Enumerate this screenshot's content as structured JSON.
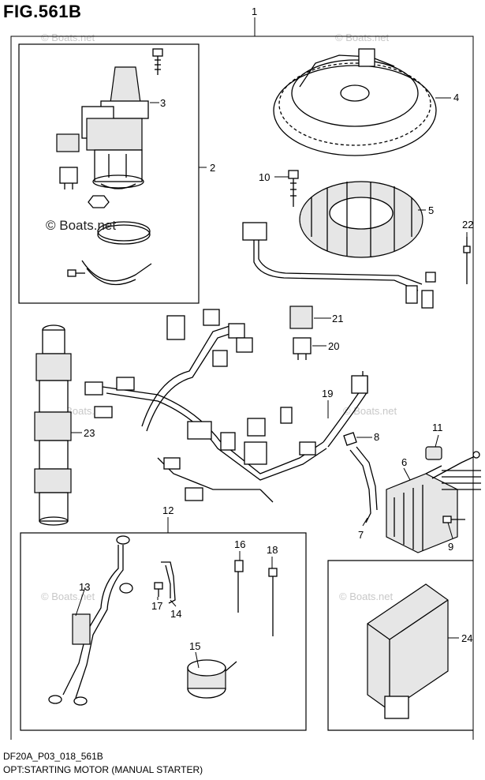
{
  "figure": {
    "title": "FIG.561B",
    "model_code": "DF20A_P03_018_561B",
    "description": "OPT:STARTING MOTOR (MANUAL STARTER)"
  },
  "watermark": {
    "primary": "© Boats.net",
    "faint": "© Boats.net"
  },
  "callouts": [
    "1",
    "2",
    "3",
    "4",
    "5",
    "6",
    "7",
    "8",
    "9",
    "10",
    "11",
    "12",
    "13",
    "14",
    "15",
    "16",
    "17",
    "18",
    "19",
    "20",
    "21",
    "22",
    "23",
    "24"
  ]
}
